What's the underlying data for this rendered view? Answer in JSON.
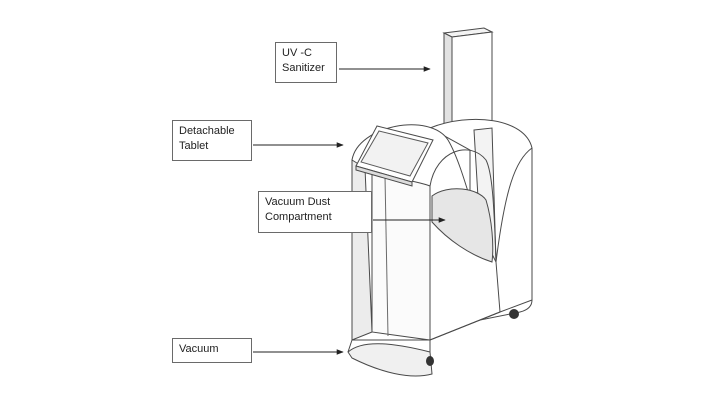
{
  "labels": {
    "uvc": "UV -C\nSanitizer",
    "tablet": "Detachable\nTablet",
    "dust": "Vacuum Dust\nCompartment",
    "vacuum": "Vacuum"
  },
  "colors": {
    "outline": "#4a4a4a",
    "body": "#ffffff",
    "shade": "#e8e8e8",
    "screen": "#f2f2f2"
  }
}
